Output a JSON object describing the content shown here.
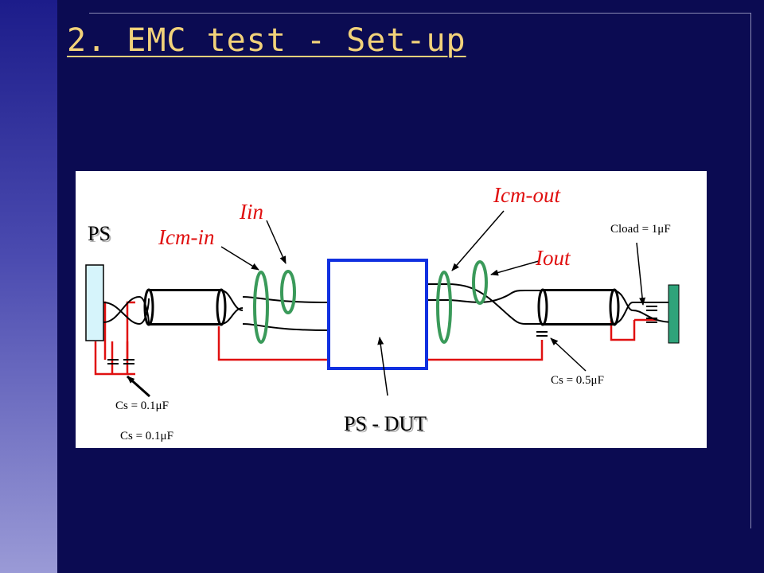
{
  "slide": {
    "title": "2. EMC test - Set-up"
  },
  "diagram": {
    "labels": {
      "ps": "PS",
      "ps_dut": "PS - DUT",
      "icm_in": "Icm-in",
      "iin": "Iin",
      "icm_out": "Icm-out",
      "iout": "Iout",
      "cload": "Cload = 1μF",
      "cs_out": "Cs = 0.5μF",
      "cs_in_1": "Cs = 0.1μF",
      "cs_in_2": "Cs = 0.1μF"
    },
    "colors": {
      "wire": "#000000",
      "ground_wire": "#e01010",
      "probe": "#3a9a5a",
      "dut_box": "#1030e0",
      "ps_block": "#d6f4fb",
      "load_block": "#2fa37a",
      "label_red": "#e01010"
    }
  }
}
